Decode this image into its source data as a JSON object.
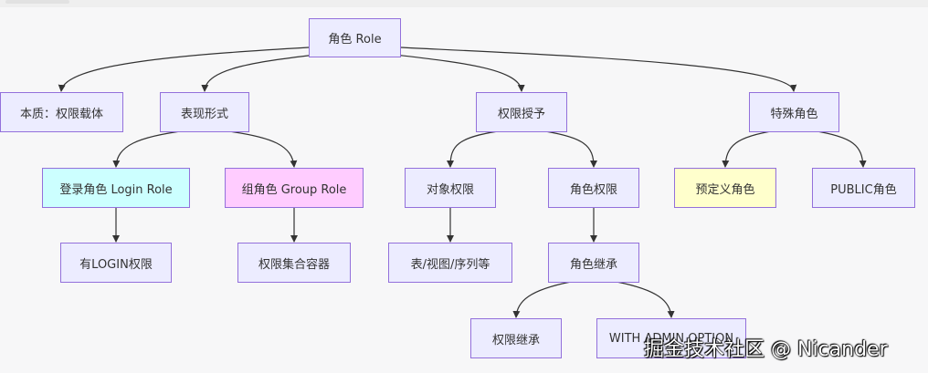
{
  "nodes": {
    "role": "角色 Role",
    "essence": "本质：权限载体",
    "form": "表现形式",
    "grant": "权限授予",
    "special": "特殊角色",
    "login_role": "登录角色 Login Role",
    "group_role": "组角色 Group Role",
    "object_priv": "对象权限",
    "role_priv": "角色权限",
    "predefined": "预定义角色",
    "public": "PUBLIC角色",
    "has_login": "有LOGIN权限",
    "priv_container": "权限集合容器",
    "table_view_seq": "表/视图/序列等",
    "role_inherit": "角色继承",
    "priv_inherit": "权限继承",
    "with_admin": "WITH ADMIN OPTION"
  },
  "watermark": "掘金技术社区 @ Nicander",
  "colors": {
    "node_fill": "#ececff",
    "node_border": "#9370db",
    "login_fill": "#ccffff",
    "group_fill": "#ffccff",
    "predefined_fill": "#ffffcc",
    "edge": "#333333"
  }
}
